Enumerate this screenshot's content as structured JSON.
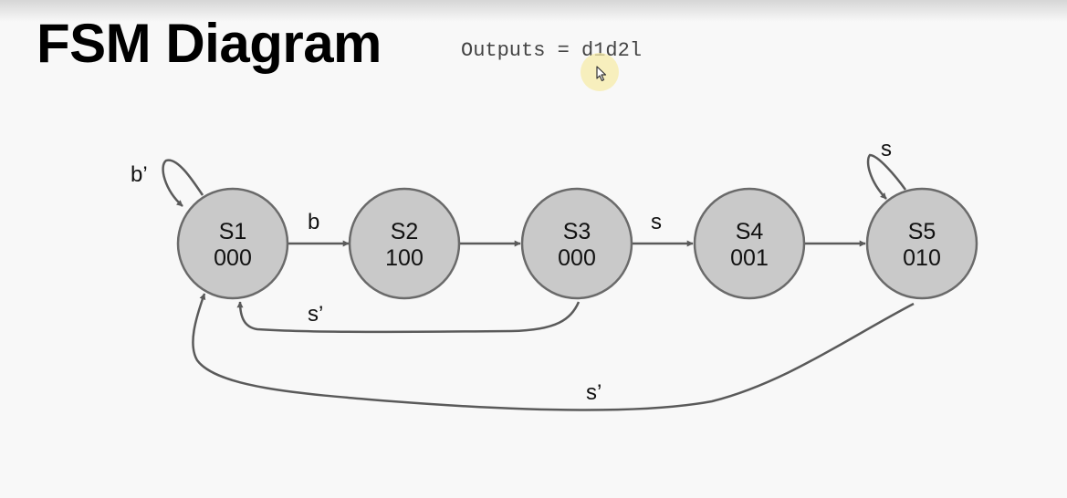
{
  "title": "FSM Diagram",
  "outputs": "Outputs = d1d2l",
  "states": [
    {
      "id": "S1",
      "output": "000"
    },
    {
      "id": "S2",
      "output": "100"
    },
    {
      "id": "S3",
      "output": "000"
    },
    {
      "id": "S4",
      "output": "001"
    },
    {
      "id": "S5",
      "output": "010"
    }
  ],
  "transitions": [
    {
      "from": "S1",
      "to": "S1",
      "label": "b’"
    },
    {
      "from": "S1",
      "to": "S2",
      "label": "b"
    },
    {
      "from": "S2",
      "to": "S3",
      "label": ""
    },
    {
      "from": "S3",
      "to": "S4",
      "label": "s"
    },
    {
      "from": "S4",
      "to": "S5",
      "label": ""
    },
    {
      "from": "S5",
      "to": "S5",
      "label": "s"
    },
    {
      "from": "S3",
      "to": "S1",
      "label": "s’"
    },
    {
      "from": "S5",
      "to": "S1",
      "label": "s’"
    }
  ]
}
